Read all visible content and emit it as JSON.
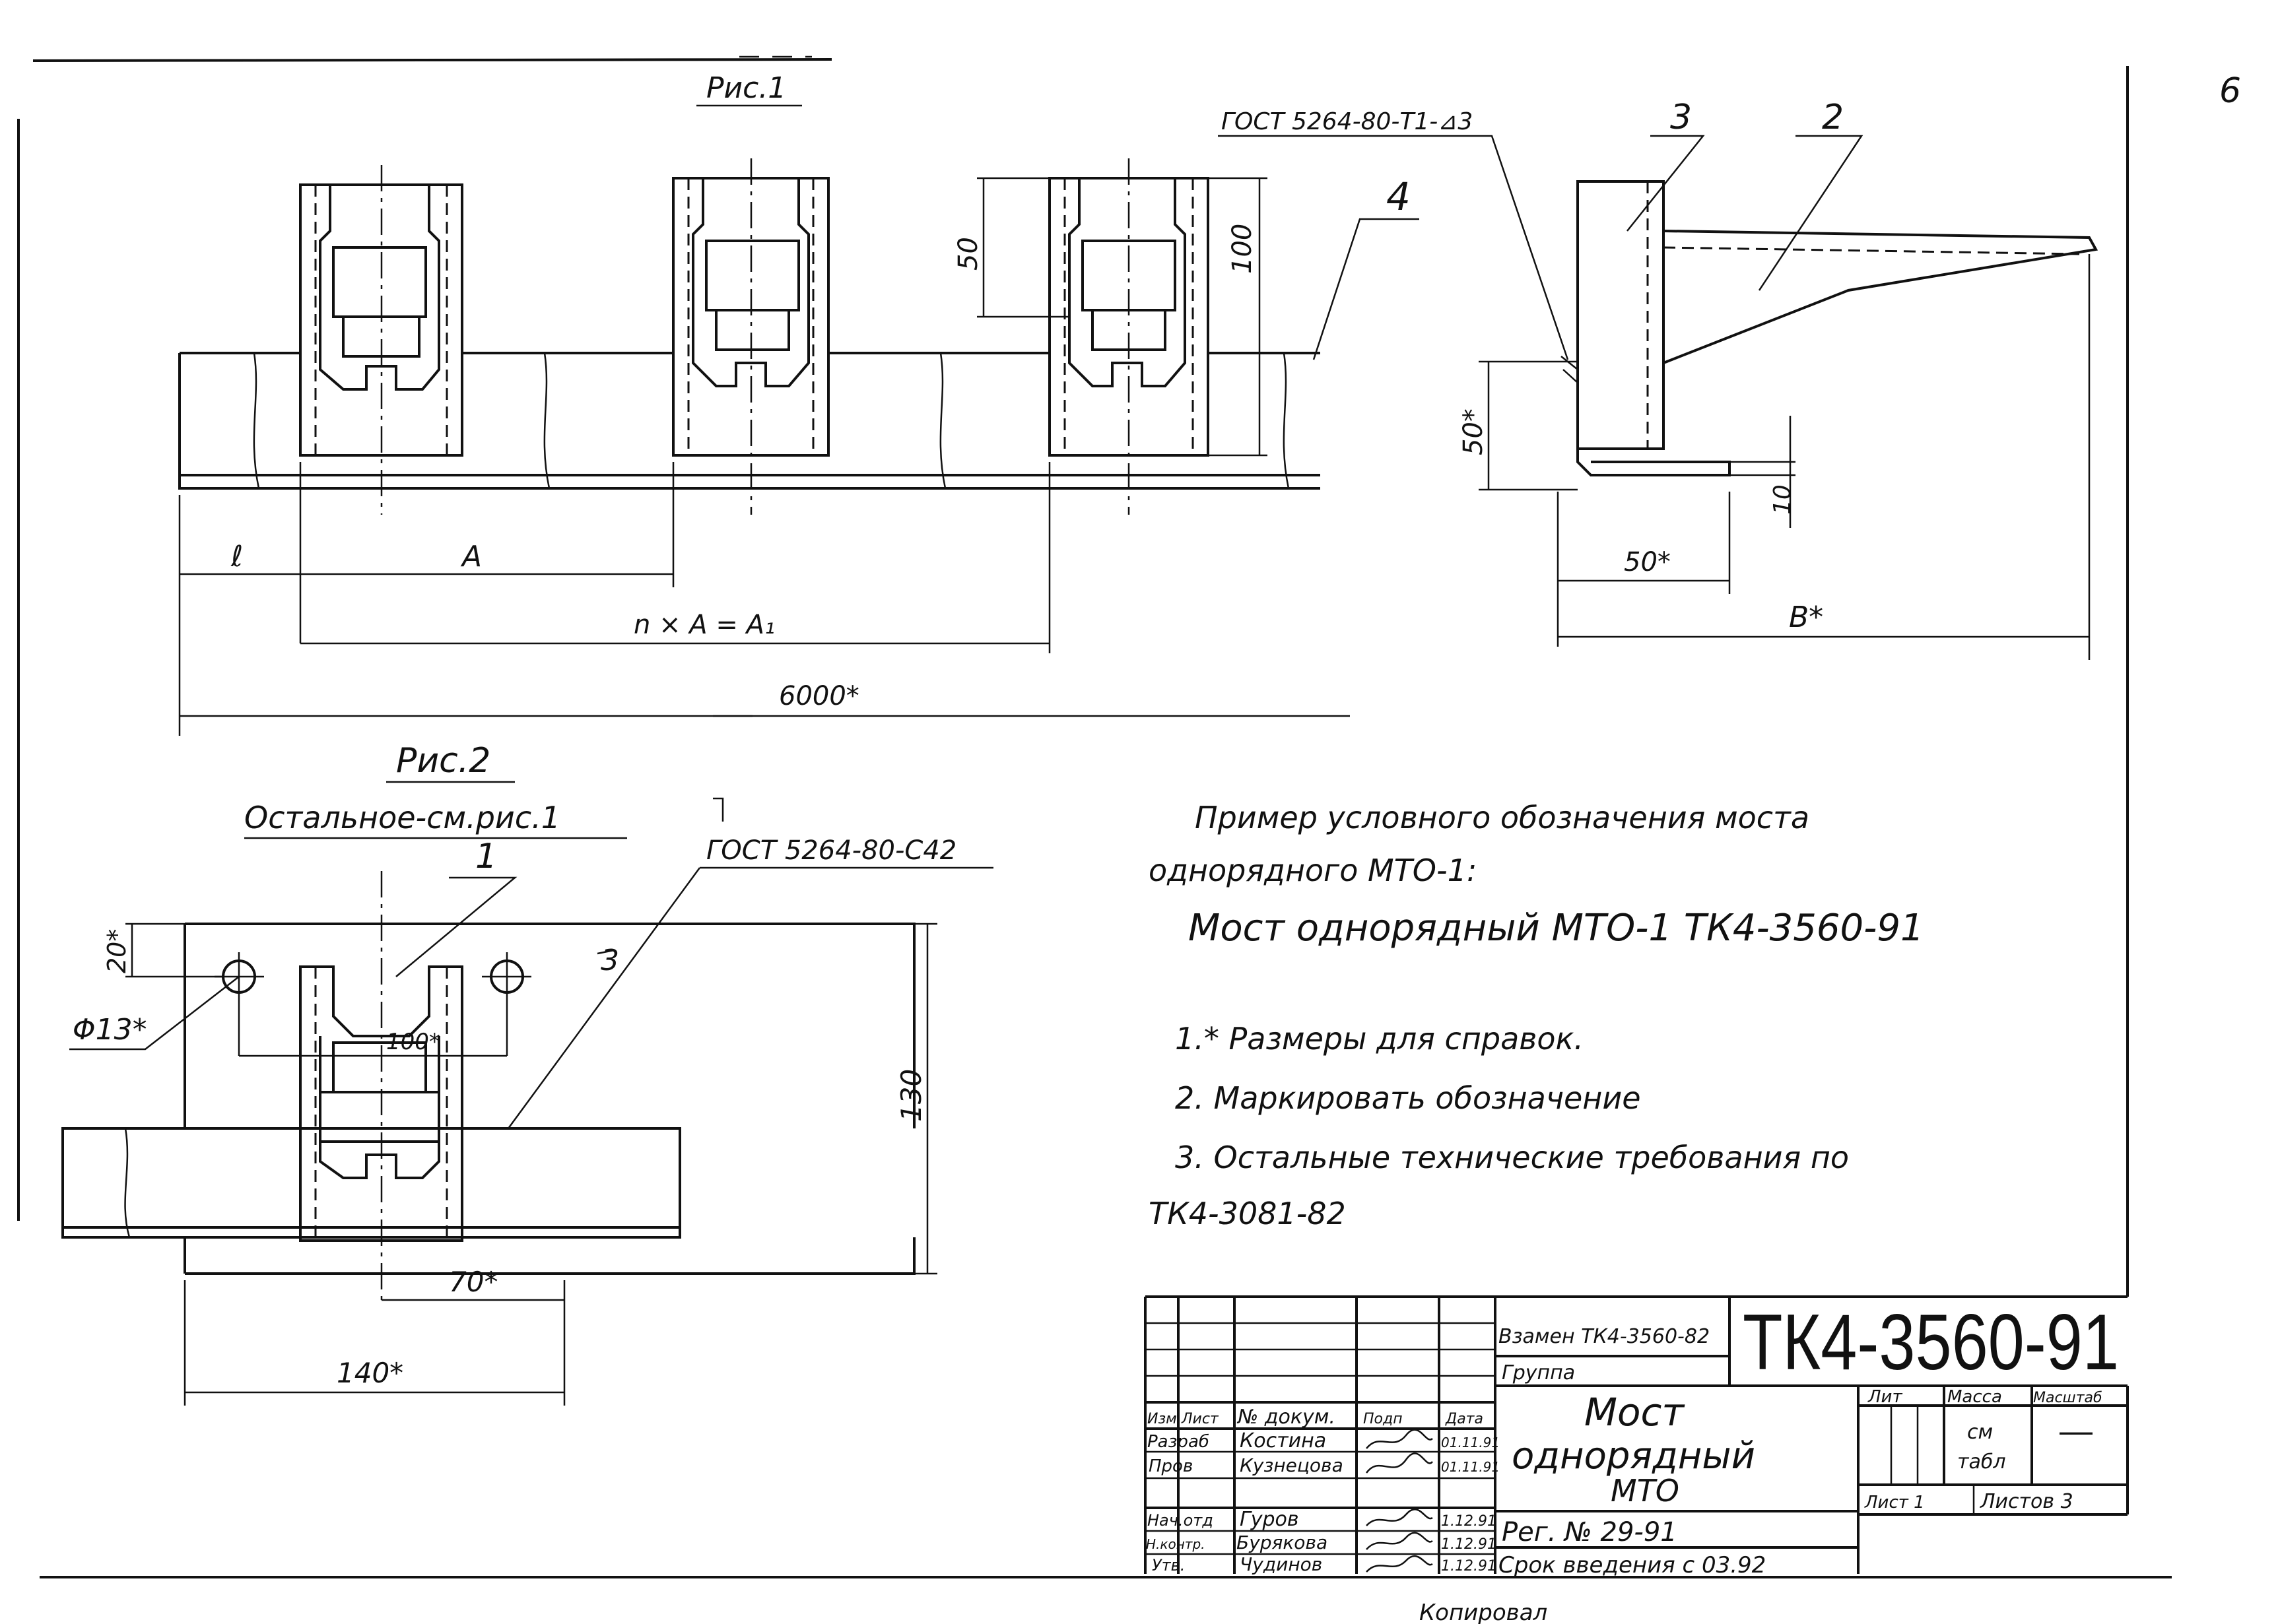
{
  "page_number": "6",
  "fig1": {
    "title": "Рис.1",
    "weld_top": "ГОСТ 5264-80-Т1-⊿3",
    "callouts": {
      "c4": "4",
      "c3": "3",
      "c2": "2"
    },
    "dims": {
      "d50": "50",
      "d100": "100",
      "d50s": "50*",
      "d10": "10",
      "d50s_h": "50*",
      "l": "ℓ",
      "A": "A",
      "nA": "n × A = A₁",
      "total": "6000*",
      "B": "B*"
    }
  },
  "fig2": {
    "title": "Рис.2",
    "subtitle": "Остальное-см.рис.1",
    "weld": "ГОСТ 5264-80-С42",
    "callouts": {
      "c1": "1",
      "c3": "3"
    },
    "dims": {
      "d20": "20*",
      "phi": "Φ13*",
      "d100": "100*",
      "d130": "130",
      "d70": "70*",
      "d140": "140*"
    }
  },
  "notes": {
    "example_l1": "Пример условного обозначения моста",
    "example_l2": "однорядного МТО-1:",
    "example_l3": "Мост однорядный  МТО-1  ТК4-3560-91",
    "n1": "1.* Размеры  для  справок.",
    "n2": "2. Маркировать  обозначение",
    "n3": "3. Остальные  технические  требования  по",
    "n3b": "ТК4-3081-82"
  },
  "title_block": {
    "replace": "Взамен ТК4-3560-82",
    "doc_code": "ТК4-3560-91",
    "group": "Группа",
    "name_l1": "Мост",
    "name_l2": "однорядный",
    "name_l3": "МТО",
    "hdr_izm": "Изм",
    "hdr_list": "Лист",
    "hdr_doc": "№ докум.",
    "hdr_sign": "Подп",
    "hdr_date": "Дата",
    "r_razrab": "Разраб",
    "n_razrab": "Костина",
    "d_razrab": "01.11.91",
    "r_prov": "Пров",
    "n_prov": "Кузнецова",
    "d_prov": "01.11.91",
    "r_nach": "Нач.отд",
    "n_nach": "Гуров",
    "d_nach": "1.12.91",
    "r_nkontr": "Н.контр.",
    "n_nkontr": "Бурякова",
    "d_nkontr": "1.12.91",
    "r_utv": "Утв.",
    "n_utv": "Чудинов",
    "d_utv": "1.12.91",
    "lit": "Лит",
    "mass": "Масса",
    "scale": "Масштаб",
    "mass_val_1": "см",
    "mass_val_2": "табл",
    "scale_val": "—",
    "sheet": "Лист 1",
    "sheets": "Листов 3",
    "reg": "Рег. № 29-91",
    "intro": "Срок введения с 03.92",
    "copied": "Копировал"
  }
}
